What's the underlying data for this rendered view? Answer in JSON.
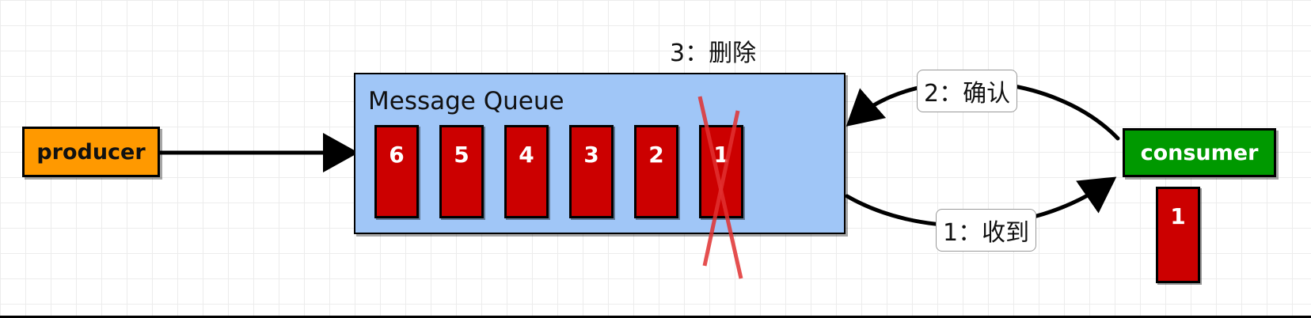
{
  "diagram": {
    "producer": {
      "label": "producer",
      "color": "#ff9900"
    },
    "consumer": {
      "label": "consumer",
      "color": "#009900"
    },
    "queue": {
      "title": "Message Queue",
      "color": "#a0c6f7"
    },
    "messages": [
      "6",
      "5",
      "4",
      "3",
      "2",
      "1"
    ],
    "message_color": "#cc0000",
    "deleted_mark_color": "#e03030",
    "consumed_message": "1",
    "steps": {
      "received": "1：收到",
      "ack": "2：确认",
      "delete": "3：删除"
    }
  }
}
